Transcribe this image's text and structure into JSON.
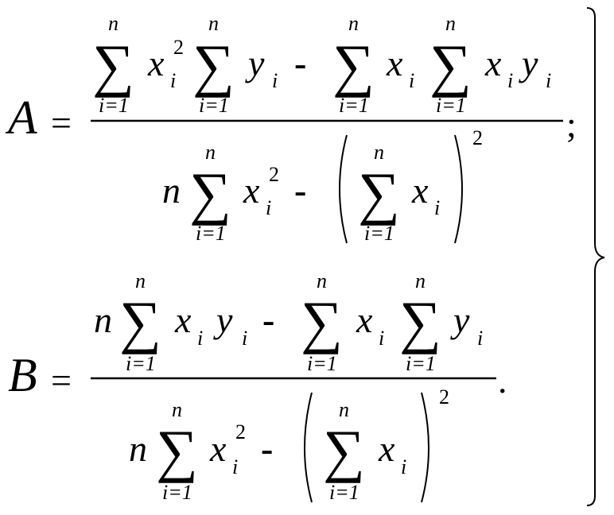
{
  "formula": {
    "a_label": "A",
    "b_label": "B",
    "equals": "=",
    "semicolon": ";",
    "period": ".",
    "minus": "-",
    "sigma": "∑",
    "n": "n",
    "x": "x",
    "y": "y",
    "sub_i": "i",
    "exp_2": "2",
    "limit_lower": "i=1",
    "limit_upper": "n"
  }
}
